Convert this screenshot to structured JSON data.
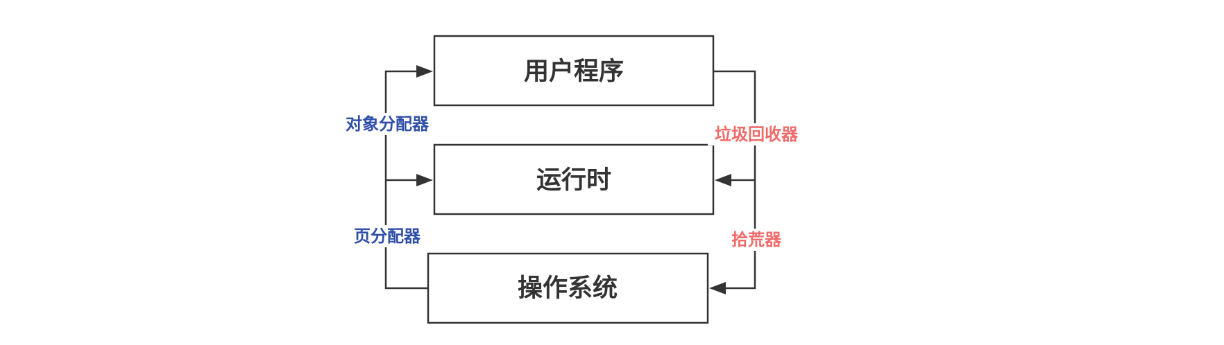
{
  "nodes": {
    "user_program": "用户程序",
    "runtime": "运行时",
    "operating_system": "操作系统"
  },
  "edges": {
    "object_allocator": "对象分配器",
    "page_allocator": "页分配器",
    "garbage_collector": "垃圾回收器",
    "scavenger": "拾荒器"
  },
  "colors": {
    "line": "#333333",
    "allocator_label": "#2f4fa8",
    "collector_label": "#f06a6a"
  }
}
